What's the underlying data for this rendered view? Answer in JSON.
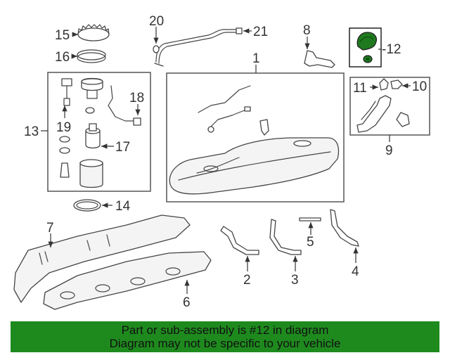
{
  "callouts": {
    "c1": "1",
    "c2": "2",
    "c3": "3",
    "c4": "4",
    "c5": "5",
    "c6": "6",
    "c7": "7",
    "c8": "8",
    "c9": "9",
    "c10": "10",
    "c11": "11",
    "c12": "-12",
    "c13": "13",
    "c14": "14",
    "c15": "15",
    "c16": "16",
    "c17": "17",
    "c18": "18",
    "c19": "19",
    "c20": "20",
    "c21": "21"
  },
  "highlight_color": "#1f7a1f",
  "banner": {
    "line1": "Part or sub-assembly is #12 in diagram",
    "line2": "Diagram may not be specific to your vehicle",
    "color": "#1e8a1e"
  }
}
